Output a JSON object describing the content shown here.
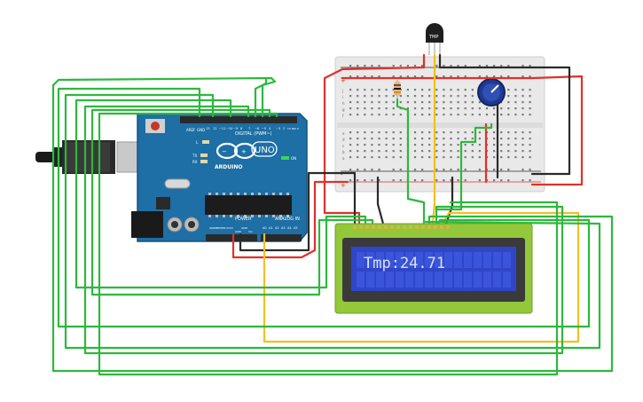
{
  "arduino": {
    "brand": "ARDUINO",
    "model": "UNO",
    "header_digital": "DIGITAL (PWM~)",
    "header_power": "POWER",
    "header_analog": "ANALOG IN",
    "led_on": "ON",
    "led_l": "L",
    "led_tx": "TX",
    "led_rx": "RX",
    "pin_aref": "AREF",
    "pin_gnd": "GND",
    "digital_pins": [
      "13",
      "12",
      "~11",
      "~10",
      "~9",
      "8",
      "7",
      "~6",
      "~5",
      "4",
      "~3",
      "2",
      "TX 1",
      "RX 0"
    ],
    "power_pins": [
      "IOREF",
      "RESET",
      "3.3V",
      "5V",
      "GND",
      "GND",
      "Vin"
    ],
    "analog_pins": [
      "A0",
      "A1",
      "A2",
      "A3",
      "A4",
      "A5"
    ],
    "board_color": "#1d6fa5"
  },
  "sensor": {
    "label": "TMP"
  },
  "breadboard": {
    "row_letters_top": [
      "j",
      "i",
      "h",
      "g",
      "f"
    ],
    "row_letters_bottom": [
      "e",
      "d",
      "c",
      "b",
      "a"
    ],
    "rail_plus": "+",
    "rail_minus": "-"
  },
  "lcd": {
    "text": "Tmp:24.71",
    "bg": "#2f46c9",
    "text_color": "#d9e0ff"
  },
  "wire_colors": {
    "green": "#2db83d",
    "red": "#e0312b",
    "black": "#2a2a2a",
    "yellow": "#f0c020"
  }
}
